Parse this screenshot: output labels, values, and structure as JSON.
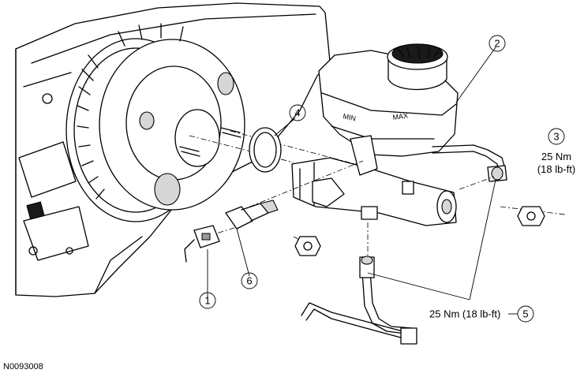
{
  "figure_id": "N0093008",
  "callouts": [
    {
      "label": "1"
    },
    {
      "label": "2"
    },
    {
      "label": "3"
    },
    {
      "label": "4"
    },
    {
      "label": "5"
    },
    {
      "label": "6"
    }
  ],
  "torque": {
    "item3_line1": "25 Nm",
    "item3_line2": "(18 lb-ft)",
    "item5": "25 Nm (18 lb-ft)"
  }
}
